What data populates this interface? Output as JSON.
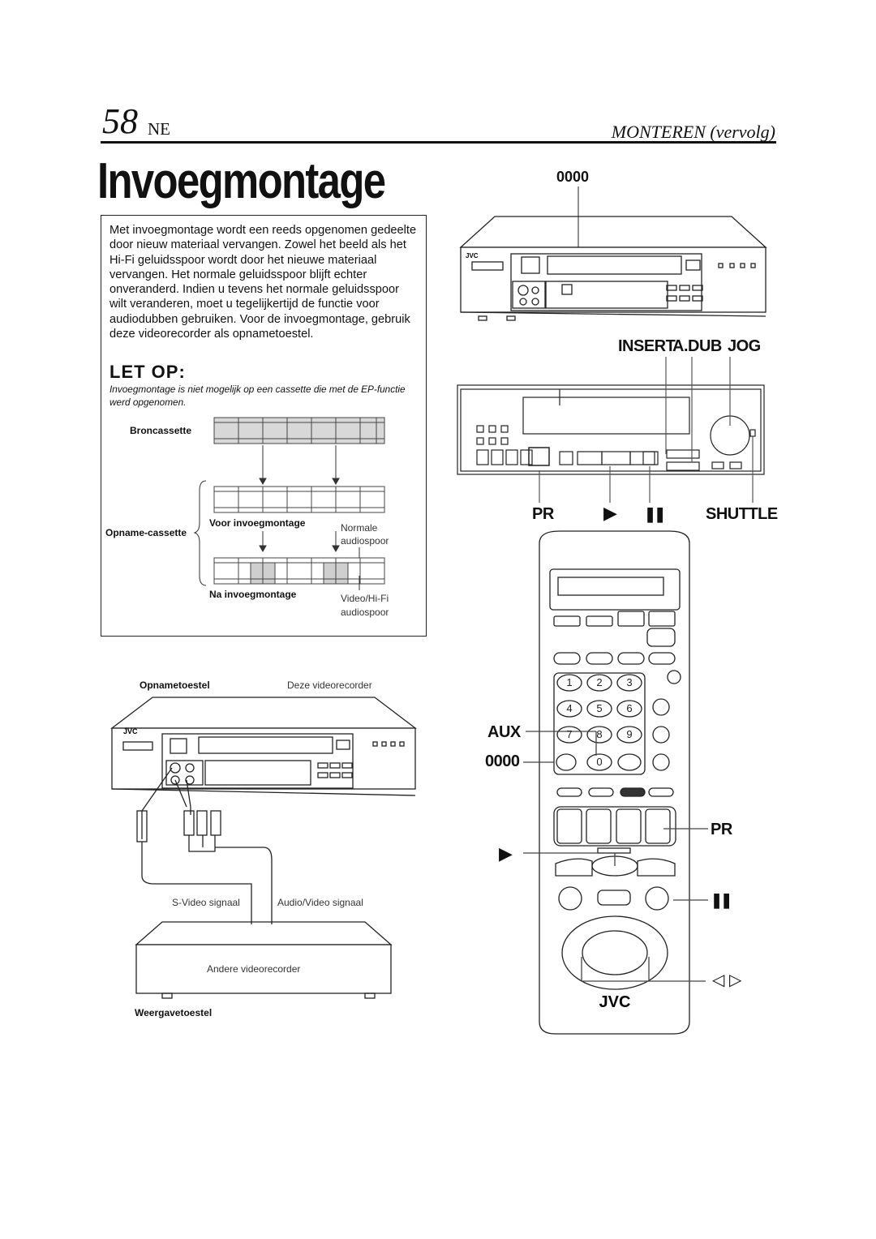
{
  "header": {
    "page_number": "58",
    "language": "NE",
    "section": "MONTEREN (vervolg)"
  },
  "title": "Invoegmontage",
  "intro_text": "Met invoegmontage wordt een reeds opgenomen gedeelte door nieuw materiaal vervangen. Zowel het beeld als het Hi-Fi geluidsspoor wordt door het nieuwe materiaal vervangen. Het normale geluidsspoor blijft echter onveranderd. Indien u tevens het normale geluidsspoor wilt veranderen, moet u tegelijkertijd de functie voor audiodubben gebruiken. Voor de invoegmontage, gebruik deze videorecorder als opnametoestel.",
  "note": {
    "heading": "LET OP:",
    "text": "Invoegmontage is niet mogelijk op een cassette die met de EP-functie werd opgenomen."
  },
  "tape_diagram": {
    "source_label": "Broncassette",
    "recording_label": "Opname-cassette",
    "before_label": "Voor invoegmontage",
    "after_label": "Na invoegmontage",
    "normal_audio_label": "Normale\naudiospoor",
    "video_hifi_label": "Video/Hi-Fi\naudiospoor"
  },
  "connection_diagram": {
    "recorder_label": "Opnametoestel",
    "this_vcr_label": "Deze videorecorder",
    "svideo_label": "S-Video signaal",
    "av_label": "Audio/Video signaal",
    "other_vcr_label": "Andere videorecorder",
    "player_label": "Weergavetoestel"
  },
  "vcr_labels": {
    "top_counter": "0000",
    "insert": "INSERT",
    "adub": "A.DUB",
    "jog": "JOG",
    "pr": "PR",
    "play_symbol": "▶",
    "pause_symbol": "❚❚",
    "shuttle": "SHUTTLE"
  },
  "remote_labels": {
    "aux": "AUX",
    "counter": "0000",
    "pr": "PR",
    "play_symbol": "▶",
    "pause_symbol": "❚❚",
    "arrows": "◁ ▷",
    "brand": "JVC",
    "keys": [
      "1",
      "2",
      "3",
      "4",
      "5",
      "6",
      "7",
      "8",
      "9",
      "0"
    ]
  },
  "brand": "JVC"
}
